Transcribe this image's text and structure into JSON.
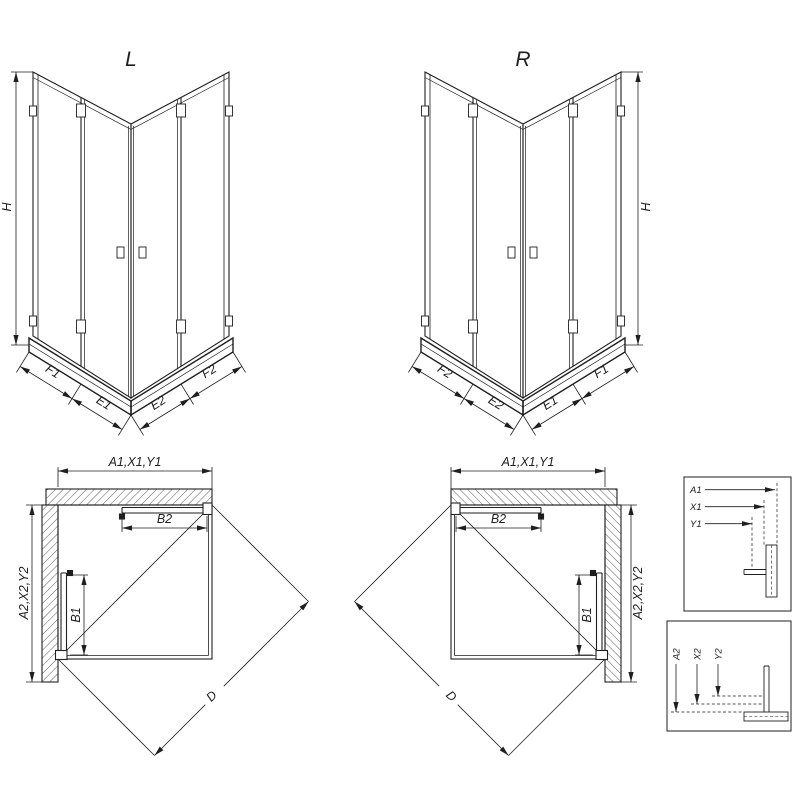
{
  "background": "#ffffff",
  "line_color": "#1f1f1f",
  "iso_left": {
    "title": "L",
    "height_label": "H",
    "dim_labels": [
      "F1",
      "E1",
      "E2",
      "F2"
    ]
  },
  "iso_right": {
    "title": "R",
    "height_label": "H",
    "dim_labels": [
      "F2",
      "E2",
      "E1",
      "F1"
    ]
  },
  "plan_left": {
    "width_label": "A1,X1,Y1",
    "depth_label": "A2,X2,Y2",
    "door_width_label": "B2",
    "door_depth_label": "B1",
    "diagonal_label": "D"
  },
  "plan_right": {
    "width_label": "A1,X1,Y1",
    "depth_label": "A2,X2,Y2",
    "door_width_label": "B2",
    "door_depth_label": "B1",
    "diagonal_label": "D"
  },
  "detail_width_dims": {
    "labels": [
      "A1",
      "X1",
      "Y1"
    ]
  },
  "detail_depth_dims": {
    "labels": [
      "A2",
      "X2",
      "Y2"
    ]
  }
}
